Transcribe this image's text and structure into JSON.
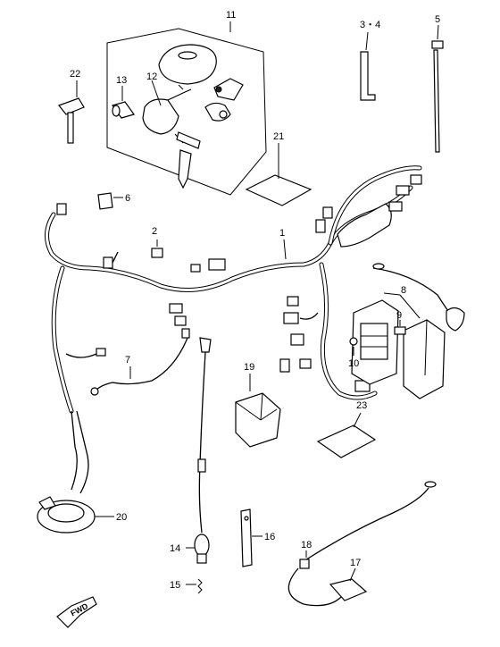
{
  "labels": {
    "p1": "1",
    "p2": "2",
    "p34": "3・4",
    "p5": "5",
    "p6": "6",
    "p7": "7",
    "p8": "8",
    "p9": "9",
    "p10": "10",
    "p11": "11",
    "p12": "12",
    "p13": "13",
    "p14": "14",
    "p15": "15",
    "p16": "16",
    "p17": "17",
    "p18": "18",
    "p19": "19",
    "p20": "20",
    "p21": "21",
    "p22": "22",
    "p23": "23"
  },
  "front_arrow": {
    "text": "FWD",
    "icon": "front-direction-arrow-icon"
  },
  "colors": {
    "line": "#000000",
    "background": "#ffffff"
  }
}
